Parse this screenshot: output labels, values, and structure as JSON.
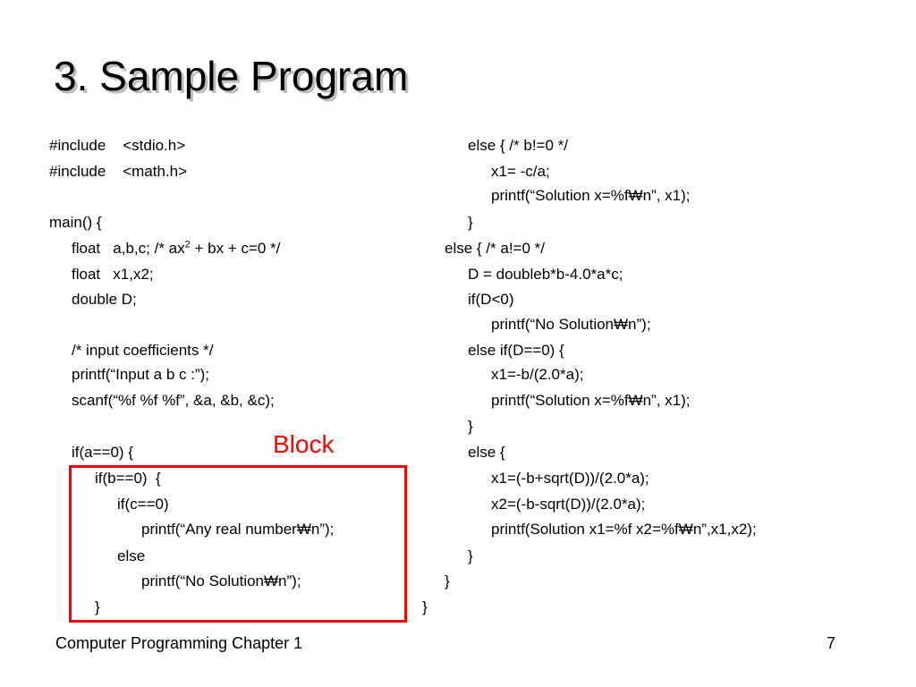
{
  "title": "3. Sample Program",
  "block_label": "Block",
  "footer": {
    "left": "Computer Programming Chapter 1",
    "page_number": "7"
  },
  "colors": {
    "block_highlight": "#ff0000",
    "title_shadow": "#bdbdbd"
  },
  "code": {
    "left": {
      "include_stdio": "#include    <stdio.h>",
      "include_math": "#include    <math.h>",
      "main_open": "main() {",
      "float_abc_pre": "float   a,b,c; /* ax",
      "float_abc_sup": "2",
      "float_abc_post": " + bx + c=0 */",
      "float_x": "float   x1,x2;",
      "double_d": "double D;",
      "comment_input": "/* input coefficients */",
      "printf_input": "printf(“Input a b c :”);",
      "scanf": "scanf(“%f %f %f”, &a, &b, &c);",
      "if_a": "if(a==0) {",
      "if_b": "if(b==0)  {",
      "if_c": "if(c==0)",
      "printf_any": "printf(“Any real number₩n”);",
      "else": "else",
      "printf_no": "printf(“No Solution₩n”);",
      "close_brace": "}"
    },
    "right": {
      "else_b": "else { /* b!=0 */",
      "x1_assign": "x1= -c/a;",
      "printf_solution_1": "printf(“Solution x=%f₩n”, x1);",
      "close_1": "}",
      "else_a": "else { /* a!=0 */",
      "d_assign": "D = doubleb*b-4.0*a*c;",
      "if_d": "if(D<0)",
      "printf_no": "printf(“No Solution₩n”);",
      "else_if_d": "else if(D==0) {",
      "x1_b": "x1=-b/(2.0*a);",
      "printf_solution_2": "printf(“Solution x=%f₩n”, x1);",
      "close_2": "}",
      "else_open": "else {",
      "x1_sqrt": "x1=(-b+sqrt(D))/(2.0*a);",
      "x2_sqrt": "x2=(-b-sqrt(D))/(2.0*a);",
      "printf_two": "printf(Solution x1=%f x2=%f₩n”,x1,x2);",
      "close_3": "}",
      "close_4": "}",
      "close_5": "}"
    }
  }
}
